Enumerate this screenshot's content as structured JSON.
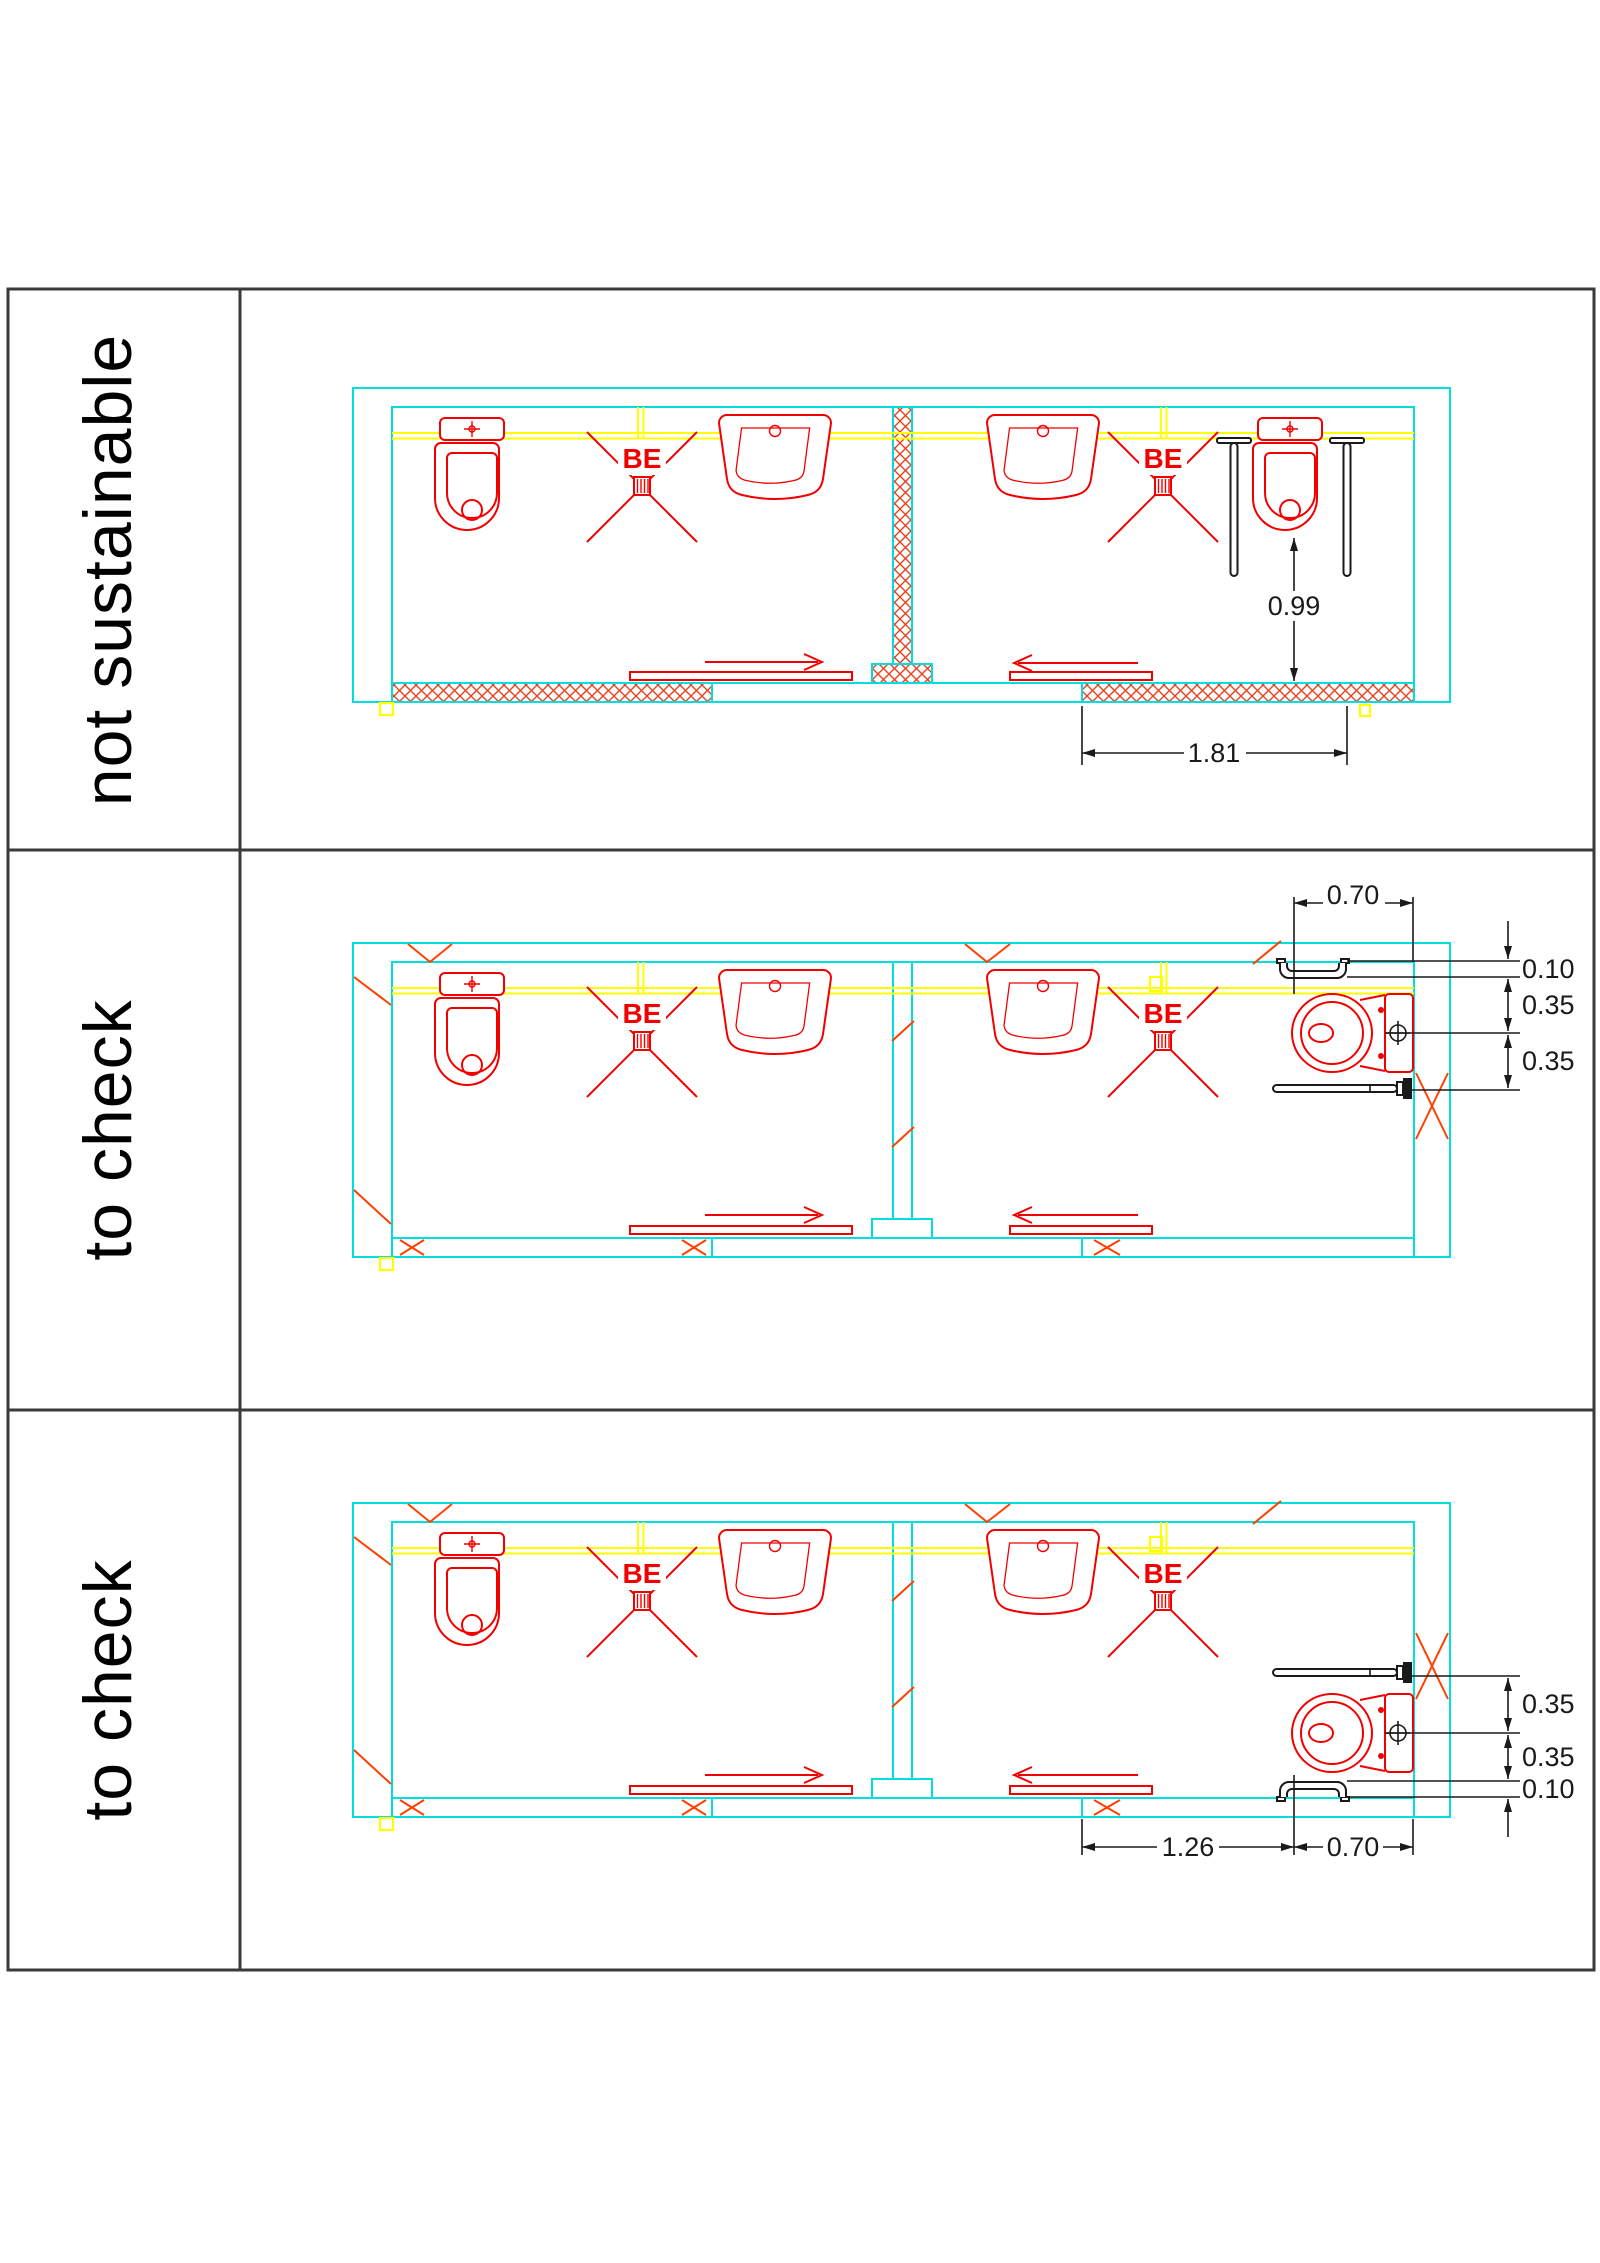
{
  "table": {
    "rows": [
      {
        "label": "not sustainable",
        "showers": [
          "BE",
          "BE"
        ],
        "dims": {
          "toilet_front_clearance": "0.99",
          "door_zone_width": "1.81"
        }
      },
      {
        "label": "to check",
        "showers": [
          "BE",
          "BE"
        ],
        "dims": {
          "toilet_width": "0.70",
          "grab_bar_wall_offset": "0.10",
          "axis_to_grab_bar": "0.35",
          "axis_to_fold_bar": "0.35"
        }
      },
      {
        "label": "to check",
        "showers": [
          "BE",
          "BE"
        ],
        "dims": {
          "axis_to_fold_bar": "0.35",
          "axis_to_grab_bar": "0.35",
          "grab_bar_wall_offset": "0.10",
          "door_to_toilet": "1.26",
          "toilet_width": "0.70"
        }
      }
    ]
  },
  "colors": {
    "wall": "#00dede",
    "pipe": "#ffff00",
    "fixture": "#f20000",
    "mark": "#ff4000",
    "hatch": "#e8401c",
    "dim": "#1a1a1a",
    "border": "#3a3a3a"
  }
}
